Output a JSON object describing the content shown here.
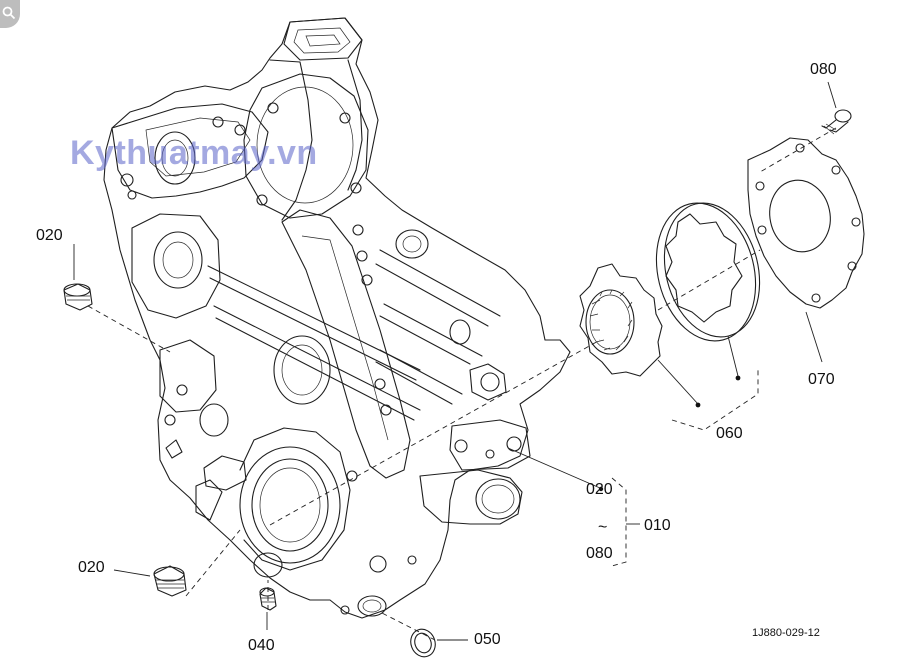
{
  "watermark": "Kythuatmay.vn",
  "drawing_code": "1J880-029-12",
  "colors": {
    "line": "#1f1f1f",
    "watermark": "#5a63c8",
    "background": "#ffffff"
  },
  "callouts": {
    "p080": "080",
    "p070": "070",
    "p060": "060",
    "p020_upper": "020",
    "p020_lower": "020",
    "p040": "040",
    "p050": "050",
    "p010": "010",
    "range_from": "020",
    "range_sep": "~",
    "range_to": "080"
  },
  "icons": {
    "corner": "search-icon"
  }
}
